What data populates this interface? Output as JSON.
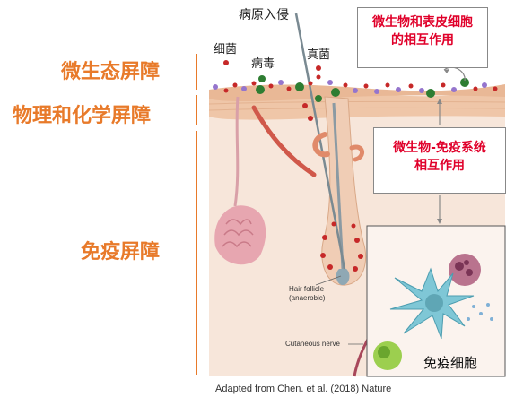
{
  "top_label": "病原入侵",
  "microbes": {
    "bacteria": "细菌",
    "virus": "病毒",
    "fungus": "真菌"
  },
  "barriers": {
    "microecology": "微生态屏障",
    "physical_chemical": "物理和化学屏障",
    "immune": "免疫屏障"
  },
  "boxes": {
    "microbe_epithelial": [
      "微生物和表皮细胞",
      "的相互作用"
    ],
    "microbe_immune": [
      "微生物-免疫系统",
      "相互作用"
    ]
  },
  "inset_label": "免疫细胞",
  "labels": {
    "hair_follicle": [
      "Hair follicle",
      "(anaerobic)"
    ],
    "cutaneous_nerve": "Cutaneous nerve"
  },
  "credit": "Adapted from Chen. et al. (2018) Nature",
  "colors": {
    "accent_orange": "#e87a2a",
    "box_red": "#e0002a",
    "skin": "#f3d8c4",
    "dermis": "#f7e6da",
    "bacteria_dot": "#c62828",
    "virus_dot": "#2e7d32",
    "fungus_dot": "#9575cd"
  }
}
